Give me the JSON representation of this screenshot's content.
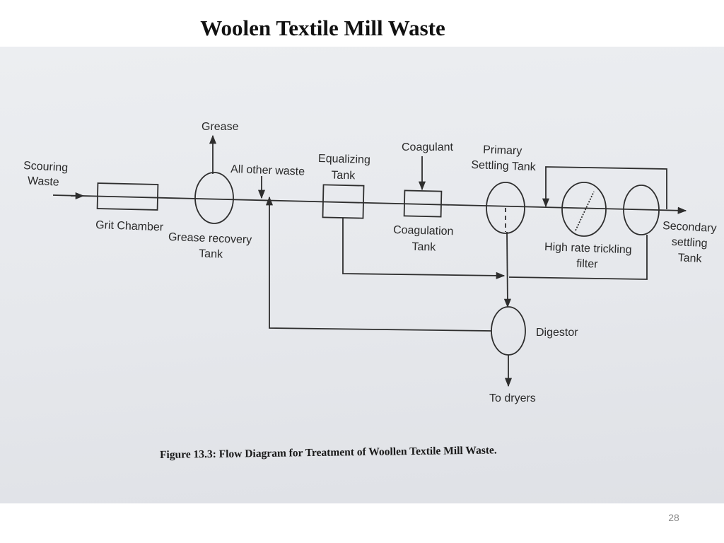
{
  "slide": {
    "title": "Woolen Textile Mill Waste",
    "page_number": "28"
  },
  "diagram": {
    "nodes": {
      "scouring_waste": [
        "Scouring",
        "Waste"
      ],
      "grit_chamber": "Grit Chamber",
      "grease": "Grease",
      "grease_recovery_tank": [
        "Grease recovery",
        "Tank"
      ],
      "all_other_waste": "All other waste",
      "equalizing_tank": [
        "Equalizing",
        "Tank"
      ],
      "coagulant": "Coagulant",
      "coagulation_tank": [
        "Coagulation",
        "Tank"
      ],
      "primary_settling_tank": [
        "Primary",
        "Settling Tank"
      ],
      "high_rate_trickling_filter": [
        "High rate trickling",
        "filter"
      ],
      "secondary_settling_tank": [
        "Secondary",
        "settling",
        "Tank"
      ],
      "digestor": "Digestor",
      "to_dryers": "To dryers"
    },
    "caption": "Figure 13.3: Flow Diagram for Treatment of Woollen Textile Mill Waste."
  },
  "colors": {
    "line": "#2e2e2e",
    "paper": "#e8eaee"
  }
}
